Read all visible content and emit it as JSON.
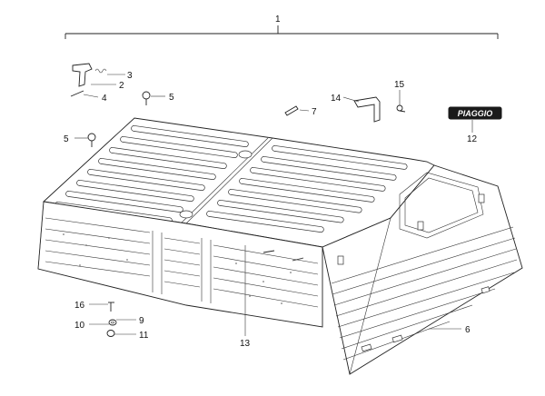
{
  "callouts": {
    "c1": "1",
    "c2": "2",
    "c3": "3",
    "c4": "4",
    "c5a": "5",
    "c5b": "5",
    "c6": "6",
    "c7": "7",
    "c9": "9",
    "c10": "10",
    "c11": "11",
    "c12": "12",
    "c13": "13",
    "c14": "14",
    "c15": "15",
    "c16": "16"
  },
  "logo_text": "PIAGGIO"
}
